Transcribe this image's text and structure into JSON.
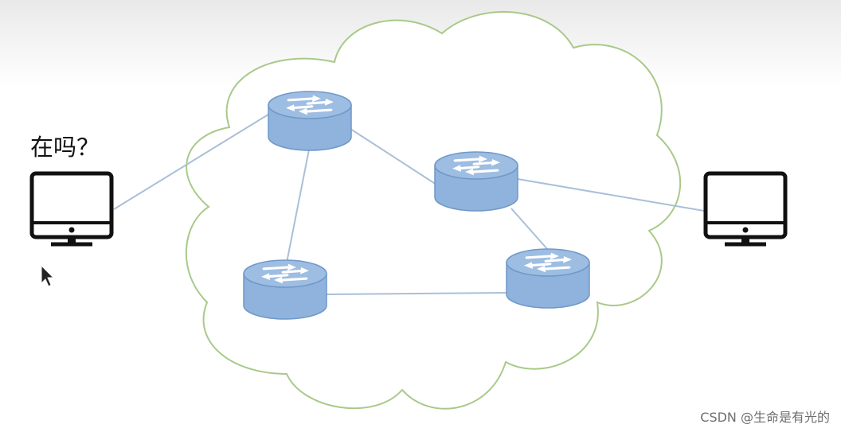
{
  "left_host": {
    "message": "在吗？"
  },
  "watermark": "CSDN @生命是有光的",
  "colors": {
    "cloud_outline": "#a9c98a",
    "link_line": "#a9c0d8",
    "router_fill": "#8fb3dc",
    "router_top": "#9dbde2",
    "router_stroke": "#6f98c8",
    "computer_stroke": "#111111"
  },
  "icons": [
    "computer-icon",
    "router-icon",
    "mouse-cursor-icon",
    "cloud-shape"
  ],
  "routers": [
    "router-top-left",
    "router-middle-right",
    "router-bottom-left",
    "router-bottom-right"
  ],
  "hosts": [
    "host-computer-left",
    "host-computer-right"
  ],
  "links": [
    [
      "host-computer-left",
      "router-top-left"
    ],
    [
      "router-top-left",
      "router-middle-right"
    ],
    [
      "router-top-left",
      "router-bottom-left"
    ],
    [
      "router-middle-right",
      "router-bottom-right"
    ],
    [
      "router-bottom-left",
      "router-bottom-right"
    ],
    [
      "router-middle-right",
      "host-computer-right"
    ]
  ]
}
